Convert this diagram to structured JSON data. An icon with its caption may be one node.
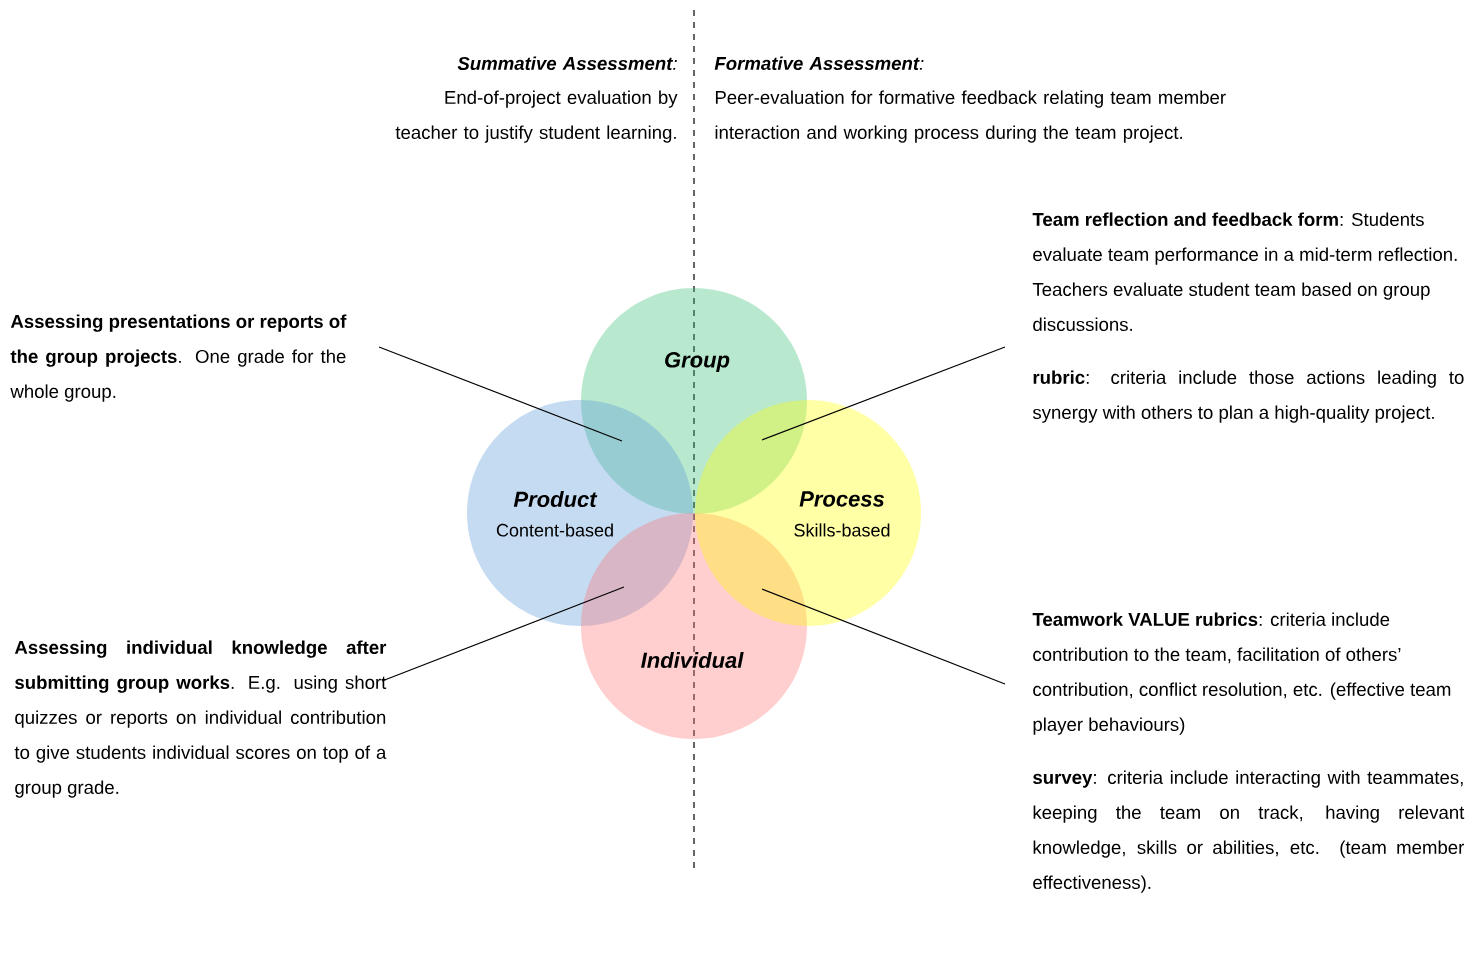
{
  "diagram": {
    "nodes": [
      {
        "text": [
          "**Team reflection and feedback form**: Students evaluate team performance in a mid-term reflection. Teachers evaluate student team based on group discussions.",
          "**rubric**: criteria include those actions leading to synergy with others to plan a high-quality project."
        ]
      },
      {
        "text": [
          "**Assessing presentations or reports of the group projects**. One grade for the whole group."
        ]
      },
      {
        "text": [
          "Group"
        ]
      },
      {
        "text": [
          "Product",
          "Content-based"
        ]
      },
      {
        "text": [
          "Process",
          "Skills-based"
        ]
      },
      {
        "text": [
          "Individual"
        ]
      },
      {
        "text": [
          "**Teamwork VALUE rubrics**: criteria include contribution to the team, facilitation of others’ contribution, conflict resolution, etc. (effective team player behaviours)",
          "**survey**: criteria include interacting with teammates, keeping the team on track, having relevant knowledge, skills or abilities, etc. (team member effectiveness)."
        ]
      },
      {
        "text": [
          "**Assessing individual knowledge after submitting group works**. E.g. using short quizzes or reports on individual contribution to give students individual scores on top of a group grade."
        ]
      }
    ],
    "edges": [
      {
        "from": 0,
        "to": 2,
        "arrow": "none"
      },
      {
        "from": 1,
        "to": 2,
        "arrow": "none"
      },
      {
        "from": 6,
        "to": 4,
        "arrow": "none"
      },
      {
        "from": 7,
        "to": 5,
        "arrow": "none"
      }
    ],
    "labels": [
      "**Summative Assessment**:",
      "End-of-project evaluation by teacher to justify student learning.",
      "**Formative Assessment**:",
      "Peer-evaluation for formative feedback relating team member interaction and working process during the team project."
    ]
  }
}
